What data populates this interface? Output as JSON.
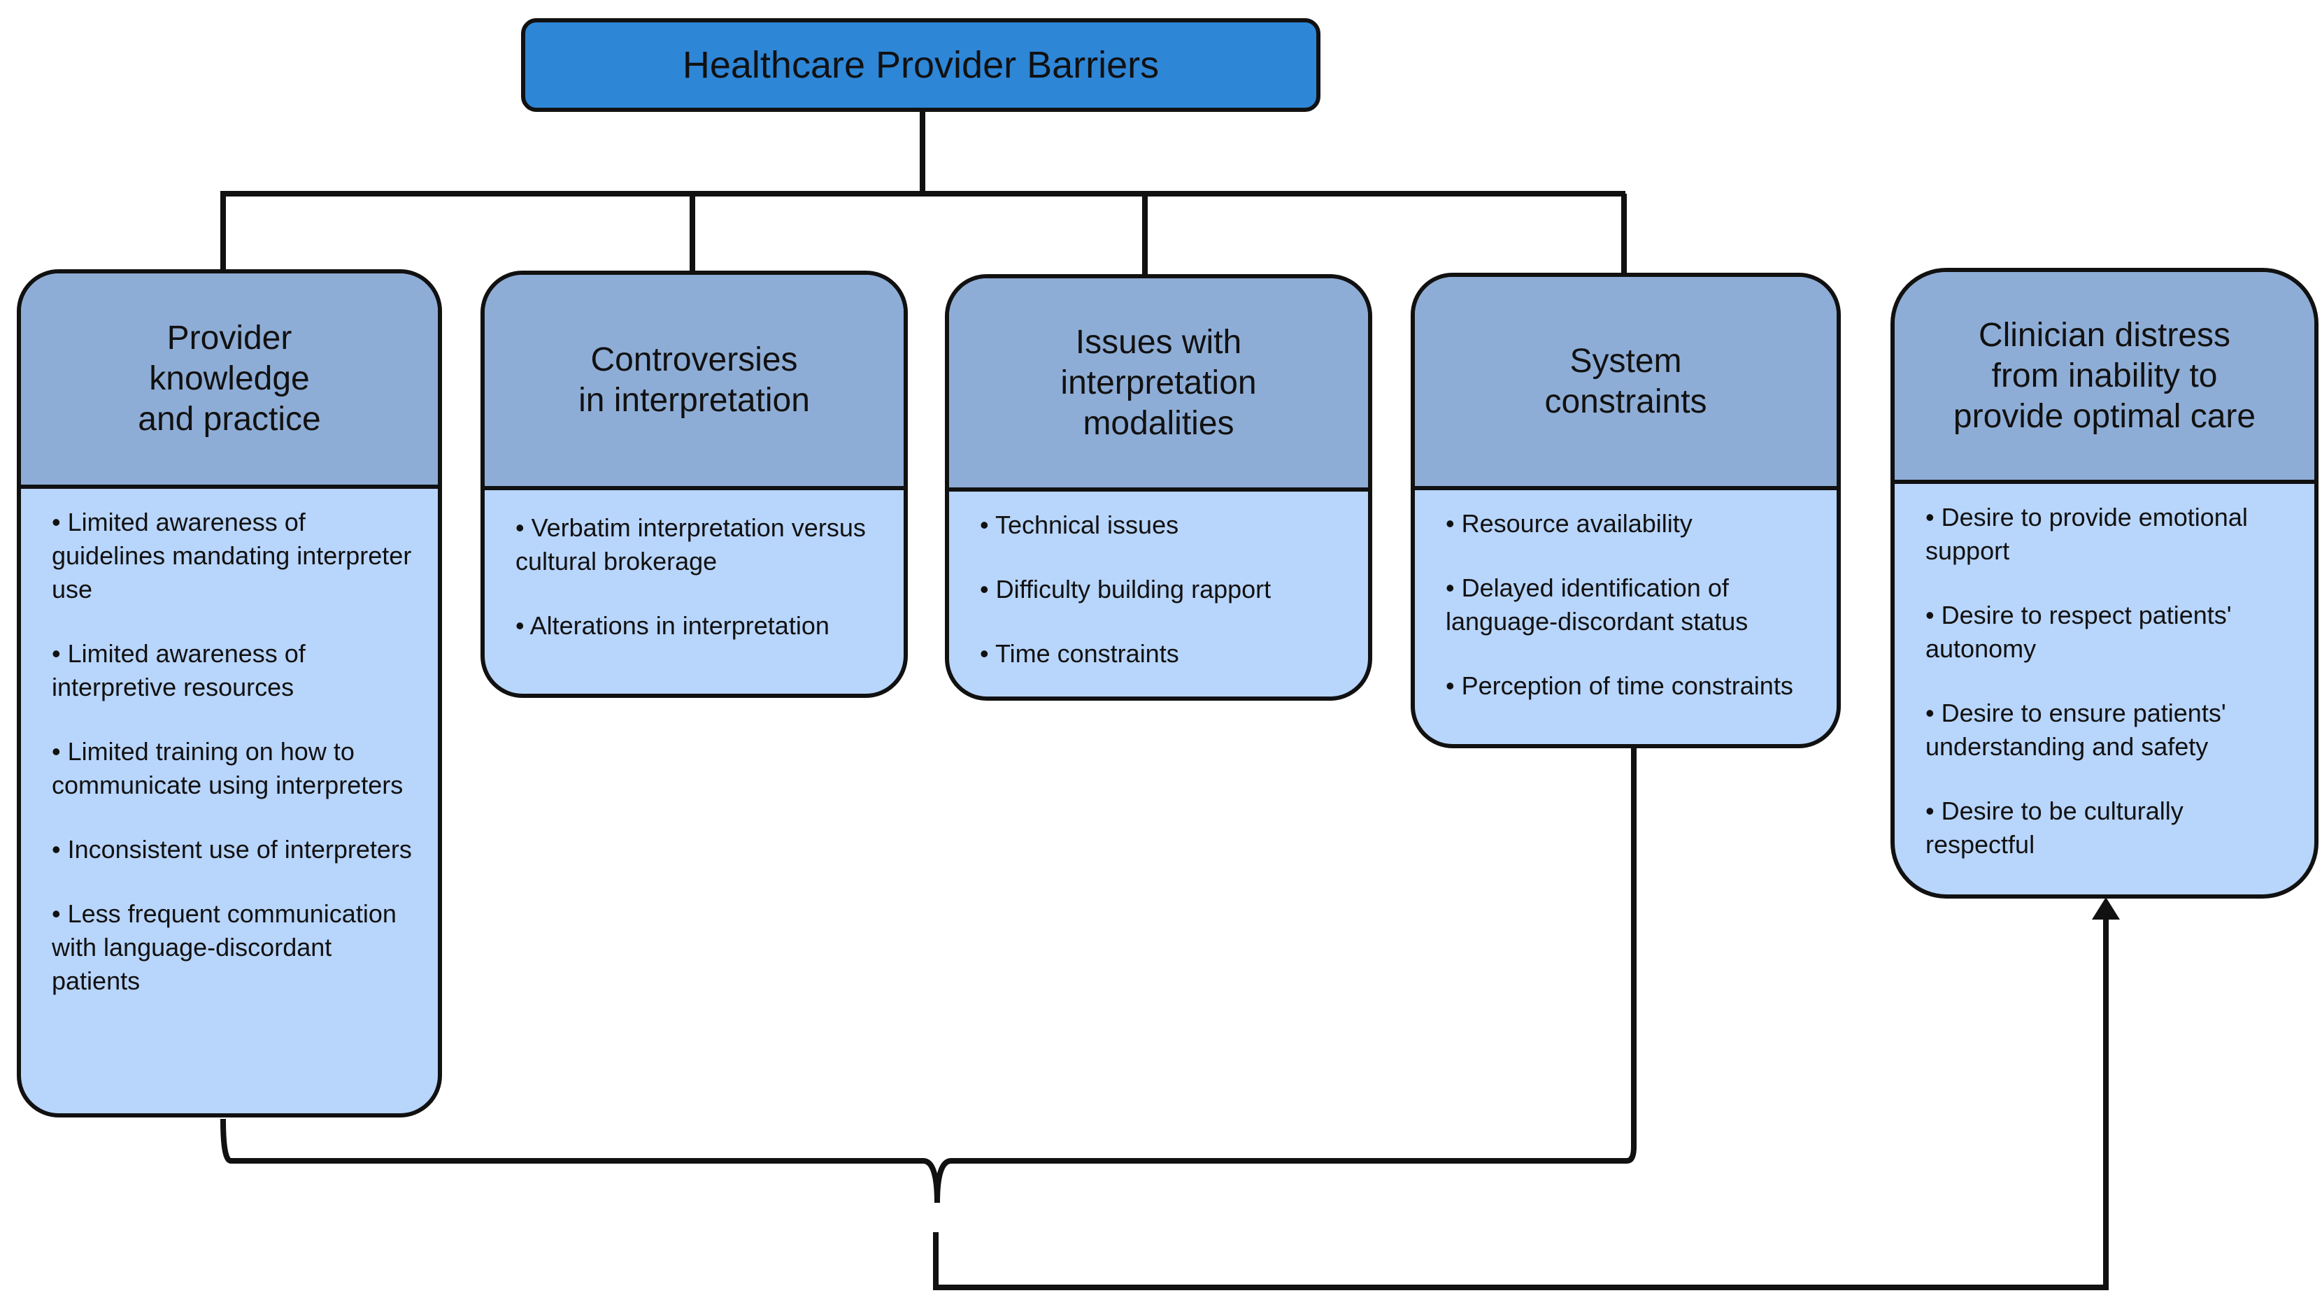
{
  "title": "Healthcare Provider Barriers",
  "categories": [
    {
      "heading": "Provider\nknowledge\nand practice",
      "items": [
        "Limited awareness of guidelines mandating interpreter use",
        "Limited awareness of interpretive resources",
        "Limited training on how to communicate using interpreters",
        "Inconsistent use of interpreters",
        "Less frequent communication with language-discordant patients"
      ]
    },
    {
      "heading": "Controversies\nin interpretation",
      "items": [
        "Verbatim interpretation versus cultural brokerage",
        "Alterations in interpretation"
      ]
    },
    {
      "heading": "Issues with\ninterpretation\nmodalities",
      "items": [
        "Technical issues",
        "Difficulty building rapport",
        "Time constraints"
      ]
    },
    {
      "heading": "System\nconstraints",
      "items": [
        "Resource availability",
        "Delayed identification of language-discordant status",
        "Perception of time constraints"
      ]
    },
    {
      "heading": "Clinician distress\nfrom inability to\nprovide optimal care",
      "items": [
        "Desire to provide emotional support",
        "Desire to respect patients' autonomy",
        "Desire to ensure patients' understanding and safety",
        "Desire to be culturally respectful"
      ]
    }
  ],
  "colors": {
    "title_fill": "#2e86d7",
    "header_fill": "#8eadd6",
    "body_fill": "#b8d5fb",
    "line": "#111111"
  }
}
